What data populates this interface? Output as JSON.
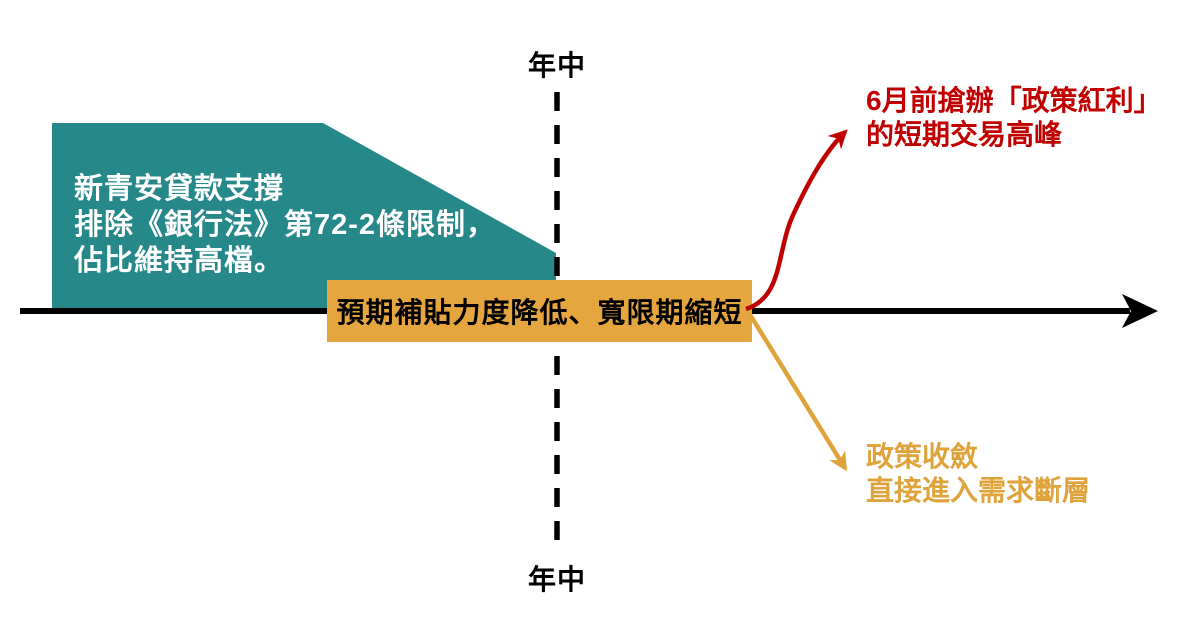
{
  "diagram": {
    "midyear_top": "年中",
    "midyear_bottom": "年中",
    "teal_box": {
      "lines": [
        "新青安貸款支撐",
        "排除《銀行法》第72-2條限制，",
        "佔比維持高檔。"
      ],
      "bg_color": "#278889",
      "text_color": "#FFFFFF"
    },
    "orange_box": {
      "label": "預期補貼力度降低、寬限期縮短",
      "bg_color": "#E5A63F",
      "text_color": "#000000"
    },
    "red_annotation": {
      "lines": [
        "6月前搶辦「政策紅利」",
        "的短期交易高峰"
      ],
      "color": "#C00000"
    },
    "orange_annotation": {
      "lines": [
        "政策收斂",
        "直接進入需求斷層"
      ],
      "color": "#DFA33C"
    },
    "axis_color": "#000000"
  }
}
